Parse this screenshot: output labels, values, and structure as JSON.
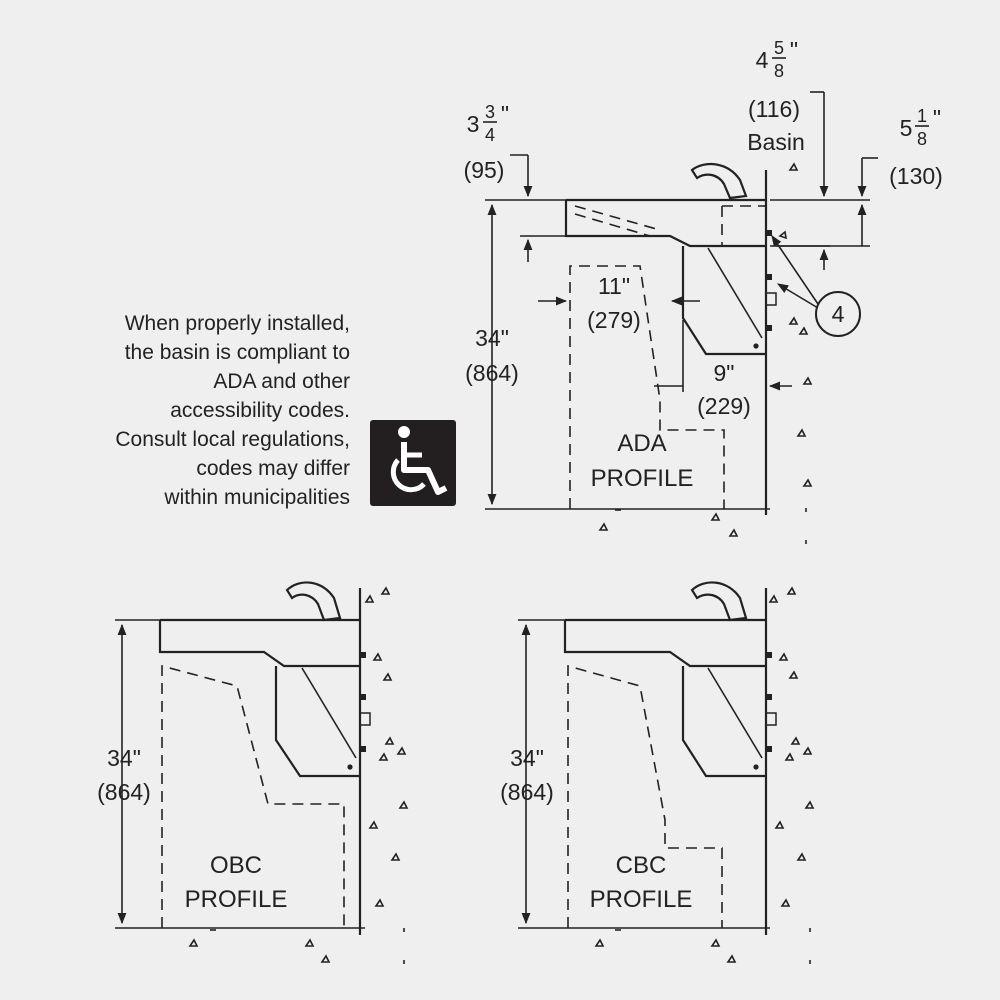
{
  "note_lines": [
    "When properly installed,",
    "the basin is compliant to",
    "ADA and other",
    "accessibility codes.",
    "Consult local regulations,",
    "codes may differ",
    "within municipalities"
  ],
  "accessibility_icon": "wheelchair-icon",
  "ada": {
    "profile_line1": "ADA",
    "profile_line2": "PROFILE",
    "height_in": "34\"",
    "height_mm": "(864)",
    "depth_top_whole": "3",
    "depth_top_num": "3",
    "depth_top_den": "4",
    "depth_top_unit": "\"",
    "depth_top_mm": "(95)",
    "basin_whole": "4",
    "basin_num": "5",
    "basin_den": "8",
    "basin_unit": "\"",
    "basin_mm": "(116)",
    "basin_label": "Basin",
    "right_whole": "5",
    "right_num": "1",
    "right_den": "8",
    "right_unit": "\"",
    "right_mm": "(130)",
    "knee_in": "11\"",
    "knee_mm": "(279)",
    "toe_in": "9\"",
    "toe_mm": "(229)",
    "callout": "4"
  },
  "obc": {
    "profile_line1": "OBC",
    "profile_line2": "PROFILE",
    "height_in": "34\"",
    "height_mm": "(864)"
  },
  "cbc": {
    "profile_line1": "CBC",
    "profile_line2": "PROFILE",
    "height_in": "34\"",
    "height_mm": "(864)"
  },
  "colors": {
    "background": "#efefef",
    "ink": "#222222",
    "icon_bg": "#231f20"
  }
}
